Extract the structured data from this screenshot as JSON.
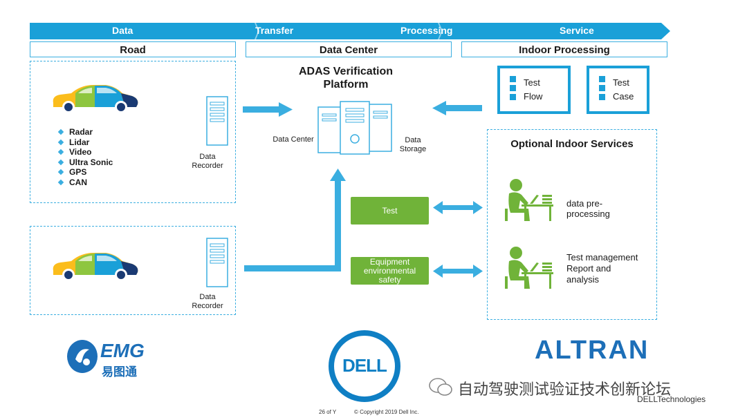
{
  "banner": {
    "labels": [
      "Data",
      "Transfer",
      "Processing",
      "Service"
    ]
  },
  "columns": {
    "road": "Road",
    "data_center": "Data Center",
    "indoor_processing": "Indoor Processing"
  },
  "road": {
    "sensors": [
      "Radar",
      "Lidar",
      "Video",
      "Ultra Sonic",
      "GPS",
      "CAN"
    ],
    "recorder_label_1": "Data\nRecorder",
    "recorder_label_2": "Data\nRecorder"
  },
  "platform": {
    "title": "ADAS Verification Platform",
    "data_center_label": "Data Center",
    "data_storage_label": "Data\nStorage"
  },
  "green_boxes": {
    "test": "Test",
    "equipment": "Equipment environmental safety"
  },
  "indoor": {
    "test_flow": "Test\nFlow",
    "test_case": "Test\nCase",
    "optional_title": "Optional Indoor Services",
    "service_1": "data pre-\nprocessing",
    "service_2": "Test management\nReport and\nanalysis"
  },
  "logos": {
    "emg": "EMG",
    "emg_cn": "易图通",
    "dell": "DELL",
    "altran": "ALTRAN",
    "dell_tech": "DELLTechnologies"
  },
  "watermark": "自动驾驶测试验证技术创新论坛",
  "footer": {
    "page": "26 of Y",
    "copyright": "© Copyright 2019 Dell Inc."
  },
  "colors": {
    "accent": "#3aaee0",
    "banner": "#1aa0d8",
    "green": "#70b339",
    "dark_blue": "#1a3a73"
  }
}
